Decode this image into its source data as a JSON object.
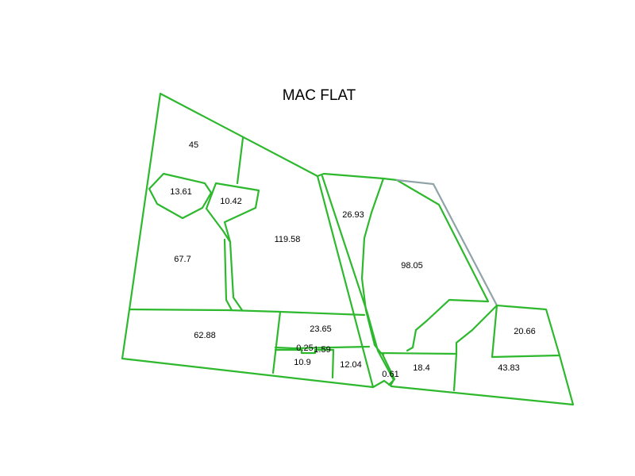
{
  "title": "MAC FLAT",
  "colors": {
    "parcel_line": "#2db82d",
    "boundary_gray": "#8fa3a8",
    "label": "#000000",
    "background": "#ffffff"
  },
  "parcels": [
    {
      "id": "p45",
      "label": "45"
    },
    {
      "id": "p13-61",
      "label": "13.61"
    },
    {
      "id": "p10-42",
      "label": "10.42"
    },
    {
      "id": "p119-58",
      "label": "119.58"
    },
    {
      "id": "p67-7",
      "label": "67.7"
    },
    {
      "id": "p62-88",
      "label": "62.88"
    },
    {
      "id": "p23-65",
      "label": "23.65"
    },
    {
      "id": "p0-25",
      "label": "0.25"
    },
    {
      "id": "p1-59",
      "label": "1.59"
    },
    {
      "id": "p10-9",
      "label": "10.9"
    },
    {
      "id": "p12-04",
      "label": "12.04"
    },
    {
      "id": "p26-93",
      "label": "26.93"
    },
    {
      "id": "p98-05",
      "label": "98.05"
    },
    {
      "id": "p0-61",
      "label": "0.61"
    },
    {
      "id": "p18-4",
      "label": "18.4"
    },
    {
      "id": "p20-66",
      "label": "20.66"
    },
    {
      "id": "p43-83",
      "label": "43.83"
    }
  ]
}
